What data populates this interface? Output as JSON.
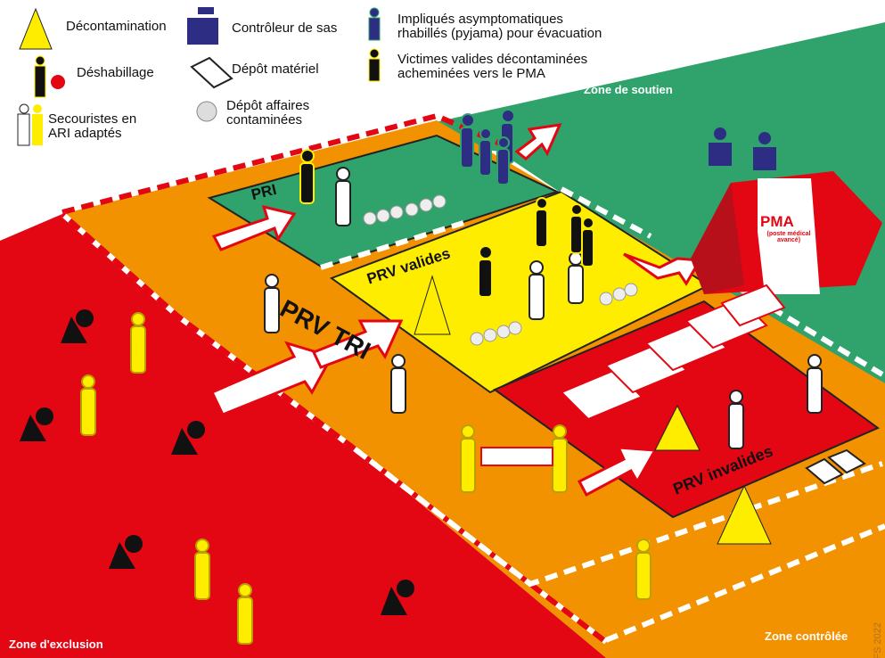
{
  "legend": {
    "decontamination": "Décontamination",
    "controleur": "Contrôleur de sas",
    "impliques": "Impliqués asymptomatiques rhabillés (pyjama) pour évacuation",
    "deshabillage": "Déshabillage",
    "depot_materiel": "Dépôt matériel",
    "victimes_valides": "Victimes valides décontaminées acheminées vers le PMA",
    "secouristes": "Secouristes en ARI adaptés",
    "depot_affaires": "Dépôt affaires contaminées"
  },
  "zones": {
    "soutien": "Zone de soutien",
    "exclusion": "Zone d'exclusion",
    "controlee": "Zone contrôlée",
    "pri": "PRI",
    "prv_tri": "PRV TRI",
    "prv_valides": "PRV valides",
    "prv_invalides": "PRV invalides"
  },
  "pma": {
    "title": "PMA",
    "subtitle": "(poste médical avancé)"
  },
  "copyright": "©SPF-FS 2022",
  "colors": {
    "red": "#e30613",
    "orange": "#f39200",
    "green": "#2fa36b",
    "yellow": "#ffed00",
    "navy": "#2d2e83"
  }
}
